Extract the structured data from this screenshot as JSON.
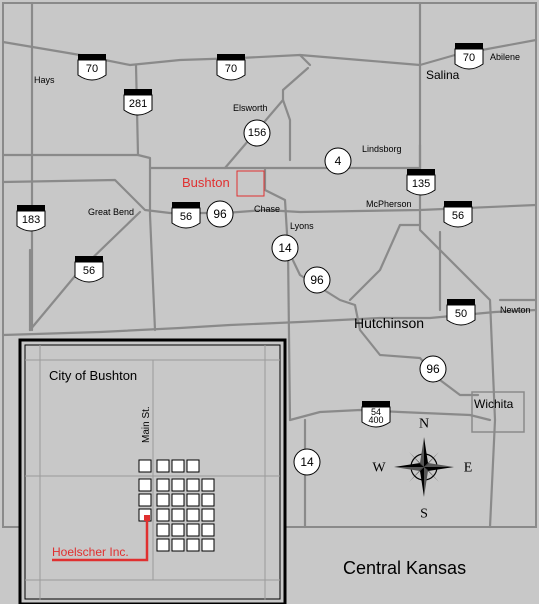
{
  "map_title": "Central Kansas",
  "inset": {
    "title": "City of Bushton",
    "street_label": "Main St.",
    "business_label": "Hoelscher Inc."
  },
  "towns": {
    "hays": "Hays",
    "salina": "Salina",
    "abilene": "Abilene",
    "ellsworth": "Elsworth",
    "lindsborg": "Lindsborg",
    "bushton": "Bushton",
    "chase": "Chase",
    "great_bend": "Great Bend",
    "lyons": "Lyons",
    "mcpherson": "McPherson",
    "hutchinson": "Hutchinson",
    "newton": "Newton",
    "wichita": "Wichita"
  },
  "us_routes": {
    "i70_hays": "70",
    "i70_mid": "70",
    "i70_salina": "70",
    "r281": "281",
    "r135": "135",
    "r183": "183",
    "r56_greatbend": "56",
    "r56_west": "56",
    "r56_mcpherson": "56",
    "r50": "50",
    "r54_top": "54",
    "r54_bottom": "400"
  },
  "state_routes": {
    "k156": "156",
    "k4": "4",
    "k96_west": "96",
    "k14_lyons": "14",
    "k96_lyons": "96",
    "k96_hutch": "96",
    "k14_south": "14"
  },
  "compass": {
    "n": "N",
    "s": "S",
    "e": "E",
    "w": "W"
  },
  "colors": {
    "background": "#c8c8c8",
    "roads": "#8a8a8a",
    "highlight": "#e03030"
  }
}
